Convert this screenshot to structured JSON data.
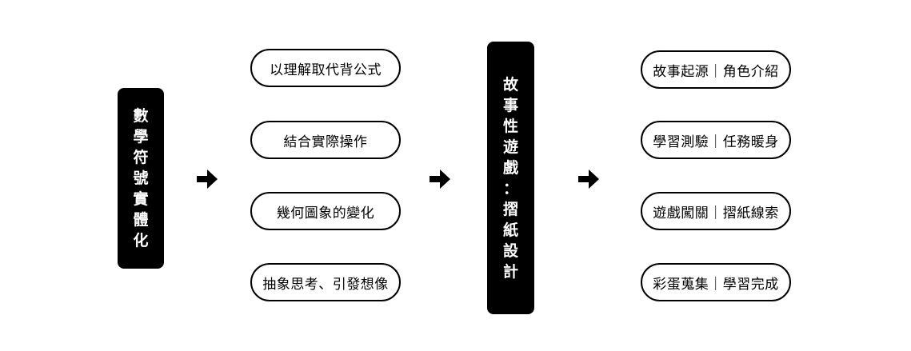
{
  "left_box": {
    "label": "數學符號實體化",
    "chars": [
      "數",
      "學",
      "符",
      "號",
      "實",
      "體",
      "化"
    ]
  },
  "middle_box": {
    "label": "故事性遊戲：摺紙設計",
    "chars": [
      "故",
      "事",
      "性",
      "遊",
      "戲",
      "：",
      "摺",
      "紙",
      "設",
      "計"
    ]
  },
  "col1_items": [
    "以理解取代背公式",
    "結合實際操作",
    "幾何圖象的變化",
    "抽象思考、引發想像"
  ],
  "col2_items": [
    "故事起源｜角色介紹",
    "學習測驗｜任務暖身",
    "遊戲闖關｜摺紙線索",
    "彩蛋蒐集｜學習完成"
  ],
  "icons": {
    "arrow": "arrow-right-icon"
  },
  "colors": {
    "box_fill": "#000000",
    "box_text": "#ffffff",
    "pill_border": "#000000",
    "background": "#ffffff"
  }
}
